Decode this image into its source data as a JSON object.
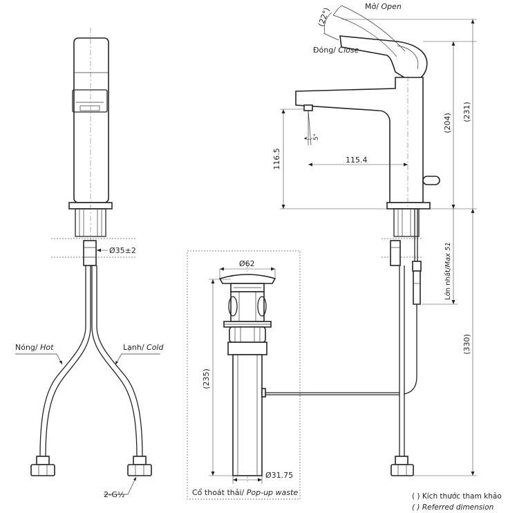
{
  "labels": {
    "open_vi": "Mở/ ",
    "open_en": "Open",
    "close_vi": "Đóng/ ",
    "close_en": "Close",
    "hot_vi": "Nóng/ ",
    "hot_en": "Hot",
    "cold_vi": "Lạnh/ ",
    "cold_en": "Cold",
    "thread": "2-G½",
    "popup_vi": "Cổ thoát thải/ ",
    "popup_en": "Pop-up waste",
    "max_vi": "Lớn nhất/",
    "max_en": "Max 51"
  },
  "dimensions": {
    "lever_angle": "(22°)",
    "spout_angle": "5°",
    "spout_height": "116.5",
    "spout_reach": "115.4",
    "faucet_height": "(204)",
    "total_height": "(231)",
    "hole_dia": "Ø35±2",
    "drain_top_dia": "Ø62",
    "drain_body_length": "(235)",
    "drain_bottom_dia": "Ø31.75",
    "supply_length": "(330)"
  },
  "legend": {
    "line1": "( ) Kích thước tham khảo",
    "line2": "( ) Referred dimension"
  }
}
